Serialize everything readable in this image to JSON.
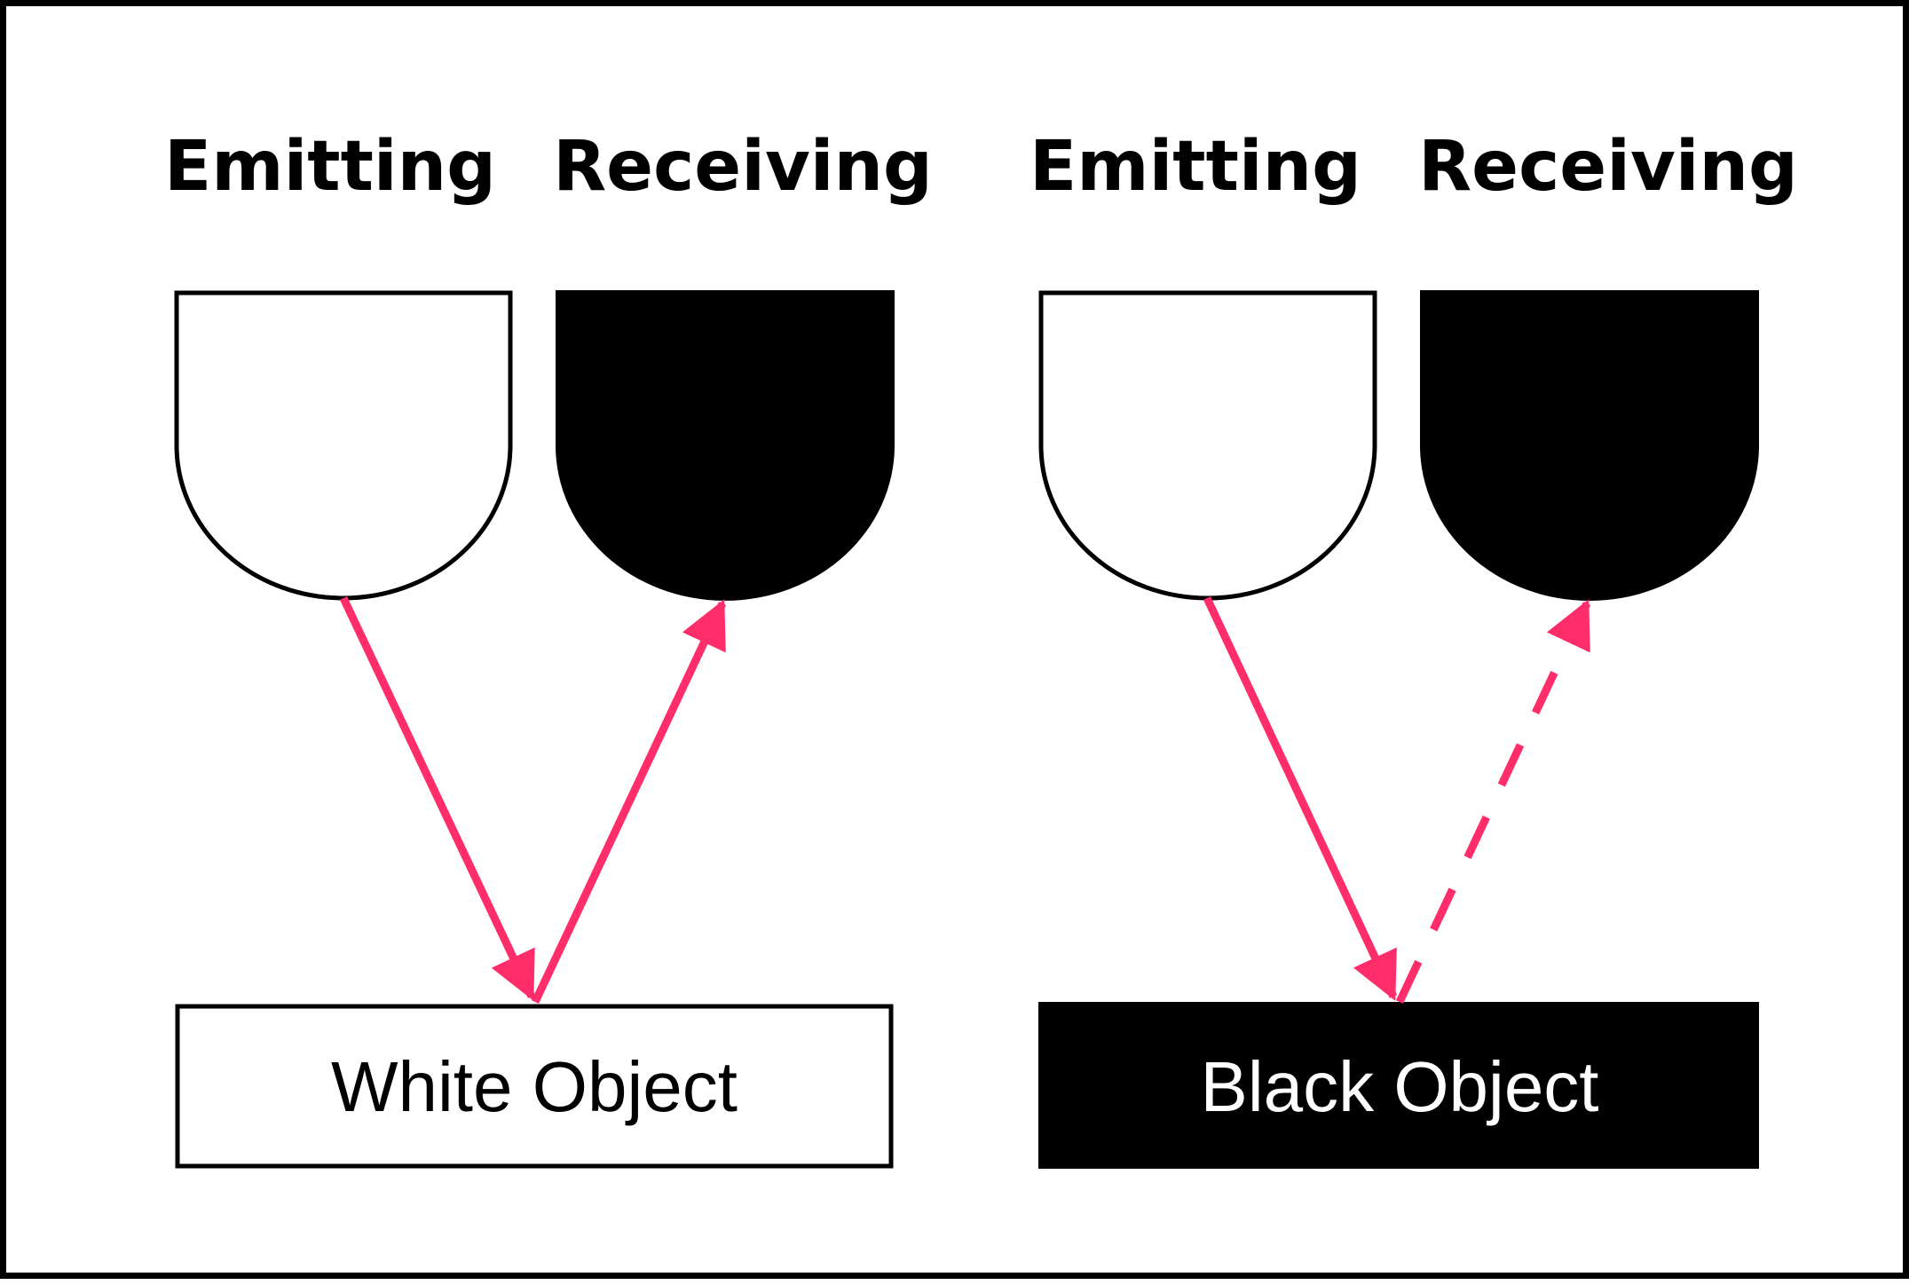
{
  "labels": {
    "left_emitting": "Emitting",
    "left_receiving": "Receiving",
    "right_emitting": "Emitting",
    "right_receiving": "Receiving",
    "white_object": "White Object",
    "black_object": "Black Object"
  },
  "colors": {
    "arrow": "#ff2d6a",
    "ink": "#000000",
    "paper": "#ffffff"
  }
}
